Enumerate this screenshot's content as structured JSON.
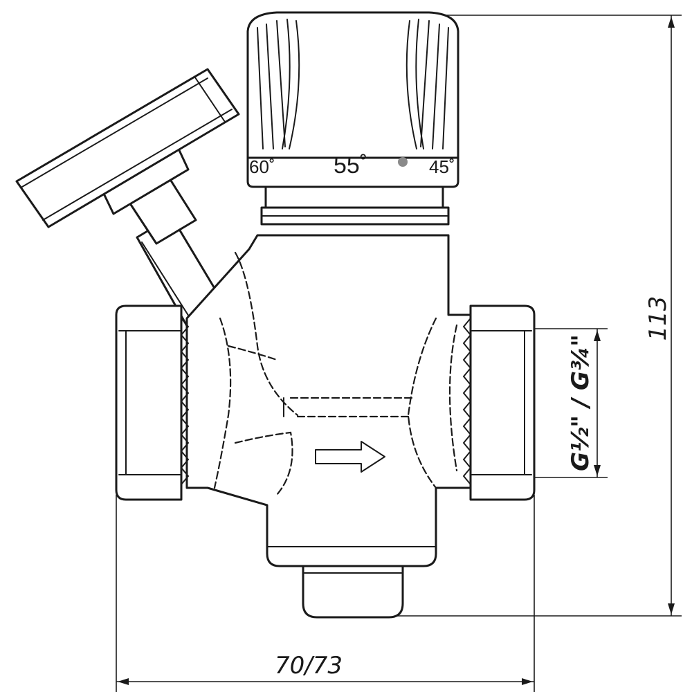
{
  "scale_labels": {
    "left": "60˚",
    "center": "55˚",
    "right": "45˚"
  },
  "dimensions": {
    "width": "70/73",
    "height": "113",
    "thread": "G½\" / G¾\""
  }
}
